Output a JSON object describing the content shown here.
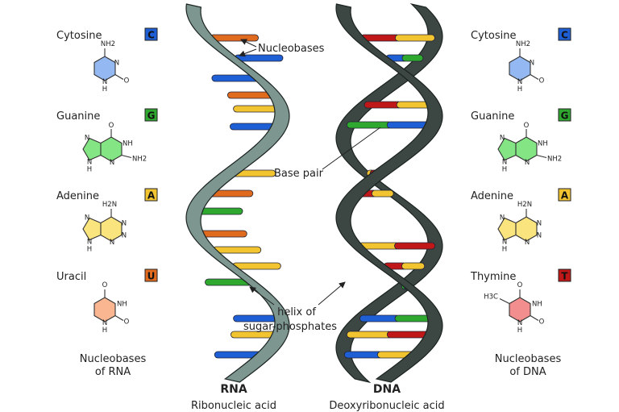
{
  "colors": {
    "cytosine": "#1f5fd6",
    "guanine": "#2ea82e",
    "adenine": "#f2c530",
    "uracil": "#e06a1e",
    "thymine": "#c01818",
    "cytosine_fill": "#93b8f2",
    "guanine_fill": "#84e584",
    "adenine_fill": "#f9e47e",
    "uracil_fill": "#f9b690",
    "thymine_fill": "#f28e8e",
    "rna_strand": "#7d968f",
    "dna_strand": "#3c4643"
  },
  "rna_bases": {
    "caption_line1": "Nucleobases",
    "caption_line2": "of RNA",
    "items": [
      {
        "name": "Cytosine",
        "letter": "C",
        "atoms": {
          "top": "NH2",
          "n1": "N",
          "o": "O",
          "nb": "N",
          "h": "H"
        }
      },
      {
        "name": "Guanine",
        "letter": "G",
        "atoms": {
          "o": "O",
          "nh": "NH",
          "nh2": "NH2",
          "n3": "N",
          "n7": "N",
          "n9": "N",
          "h": "H"
        }
      },
      {
        "name": "Adenine",
        "letter": "A",
        "atoms": {
          "h2n": "H2N",
          "n1": "N",
          "n3": "N",
          "n7": "N",
          "n9": "N",
          "h": "H"
        }
      },
      {
        "name": "Uracil",
        "letter": "U",
        "atoms": {
          "o1": "O",
          "nh": "NH",
          "o2": "O",
          "nb": "N",
          "h": "H"
        }
      }
    ]
  },
  "dna_bases": {
    "caption_line1": "Nucleobases",
    "caption_line2": "of DNA",
    "items": [
      {
        "name": "Cytosine",
        "letter": "C",
        "atoms": {
          "top": "NH2",
          "n1": "N",
          "o": "O",
          "nb": "N",
          "h": "H"
        }
      },
      {
        "name": "Guanine",
        "letter": "G",
        "atoms": {
          "o": "O",
          "nh": "NH",
          "nh2": "NH2",
          "n3": "N",
          "n7": "N",
          "n9": "N",
          "h": "H"
        }
      },
      {
        "name": "Adenine",
        "letter": "A",
        "atoms": {
          "h2n": "H2N",
          "n1": "N",
          "n3": "N",
          "n7": "N",
          "n9": "N",
          "h": "H"
        }
      },
      {
        "name": "Thymine",
        "letter": "T",
        "atoms": {
          "h3c": "H3C",
          "o1": "O",
          "nh": "NH",
          "o2": "O",
          "nb": "N",
          "h": "H"
        }
      }
    ]
  },
  "annotations": {
    "nucleobases": "Nucleobases",
    "base_pair": "Base pair",
    "helix_line1": "helix of",
    "helix_line2": "sugar-phosphates"
  },
  "rna": {
    "title": "RNA",
    "subtitle": "Ribonucleic acid"
  },
  "dna": {
    "title": "DNA",
    "subtitle": "Deoxyribonucleic acid"
  }
}
